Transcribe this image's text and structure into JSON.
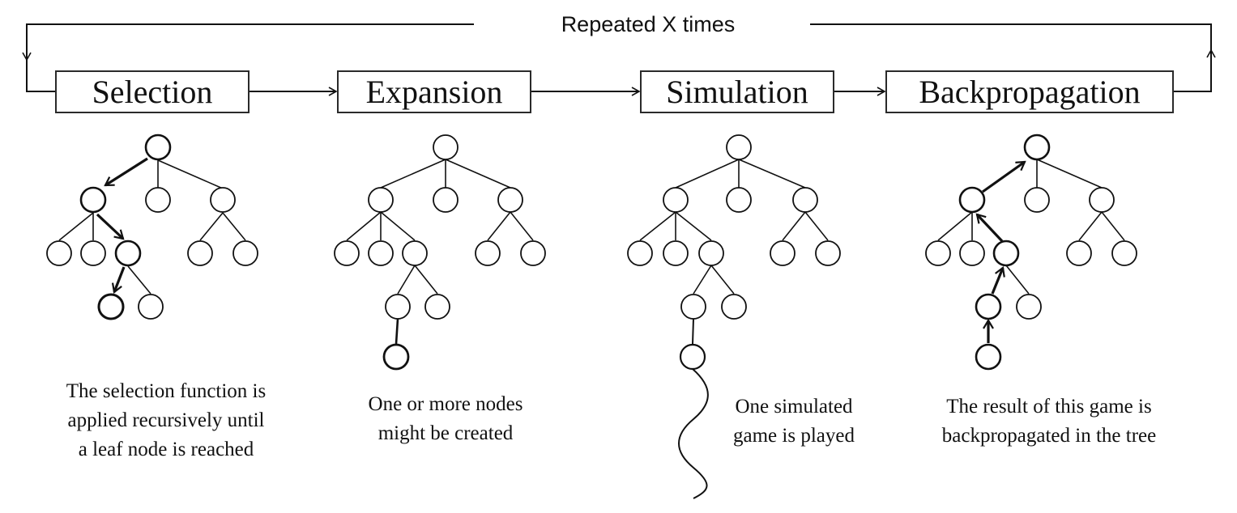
{
  "loop_label": "Repeated X times",
  "phases": [
    {
      "id": "selection",
      "label": "Selection",
      "caption": [
        "The selection function is",
        "applied recursively until",
        "a leaf node is reached"
      ]
    },
    {
      "id": "expansion",
      "label": "Expansion",
      "caption": [
        "One or more nodes",
        "might be created"
      ]
    },
    {
      "id": "simulation",
      "label": "Simulation",
      "caption": [
        "One simulated",
        "game is played"
      ]
    },
    {
      "id": "backpropagation",
      "label": "Backpropagation",
      "caption": [
        "The result of this game is",
        "backpropagated in the tree"
      ]
    }
  ],
  "colors": {
    "stroke": "#111111",
    "background": "#ffffff"
  }
}
